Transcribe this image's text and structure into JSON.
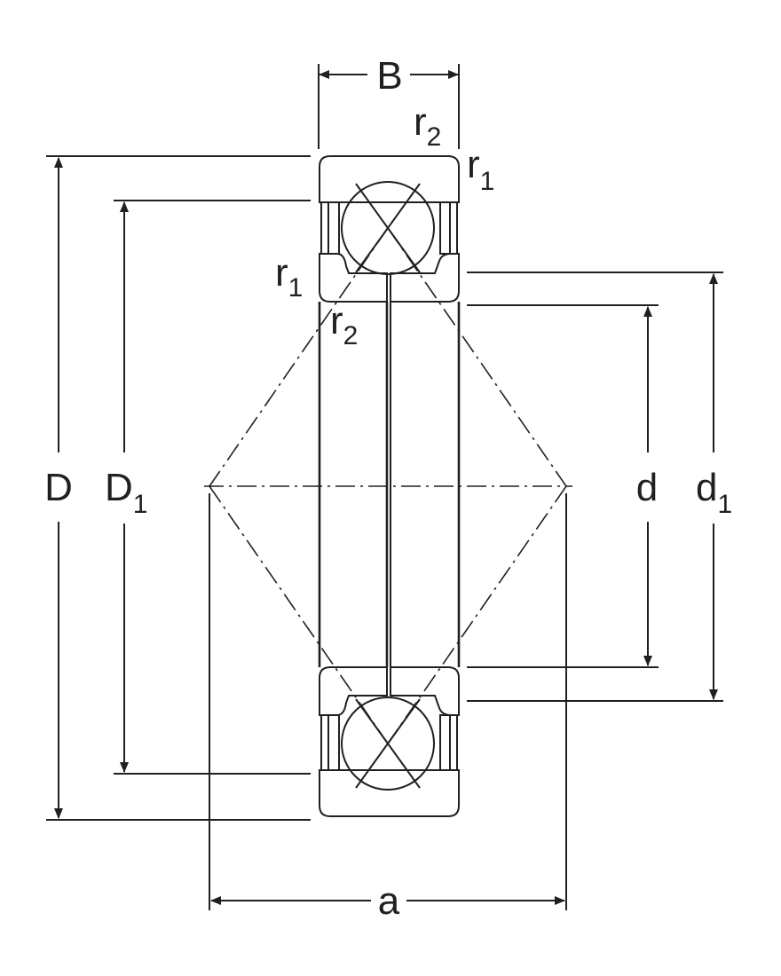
{
  "labels": {
    "B": "B",
    "D": "D",
    "D1_main": "D",
    "D1_sub": "1",
    "d": "d",
    "d1_main": "d",
    "d1_sub": "1",
    "a": "a",
    "r": "r",
    "sub1": "1",
    "sub2": "2"
  },
  "colors": {
    "fill": "#b9cbe8",
    "ink": "#231f20",
    "background": "#ffffff"
  }
}
